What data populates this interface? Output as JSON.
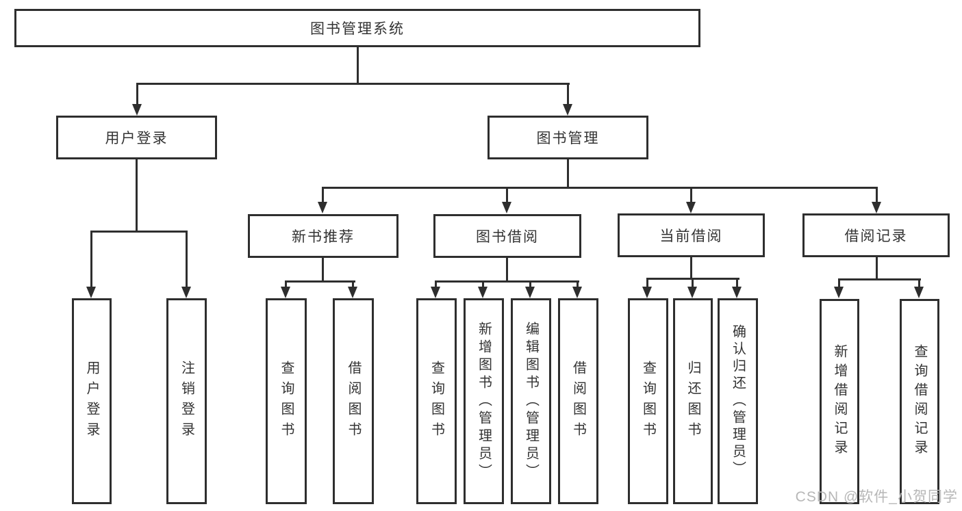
{
  "diagram": {
    "root": {
      "label": "图书管理系统"
    },
    "branches": [
      {
        "label": "用户登录",
        "children": [
          "用户登录",
          "注销登录"
        ]
      },
      {
        "label": "图书管理",
        "groups": [
          {
            "label": "新书推荐",
            "children": [
              "查询图书",
              "借阅图书"
            ]
          },
          {
            "label": "图书借阅",
            "children": [
              "查询图书",
              "新增图书（管理员）",
              "编辑图书（管理员）",
              "借阅图书"
            ]
          },
          {
            "label": "当前借阅",
            "children": [
              "查询图书",
              "归还图书",
              "确认归还（管理员）"
            ]
          },
          {
            "label": "借阅记录",
            "children": [
              "新增借阅记录",
              "查询借阅记录"
            ]
          }
        ]
      }
    ]
  },
  "colors": {
    "line": "#2e2e2e",
    "text": "#333333",
    "watermark_gray": "#b7b7b7",
    "background": "#ffffff"
  },
  "watermark": {
    "text": "CSDN @软件_小贺同学"
  }
}
